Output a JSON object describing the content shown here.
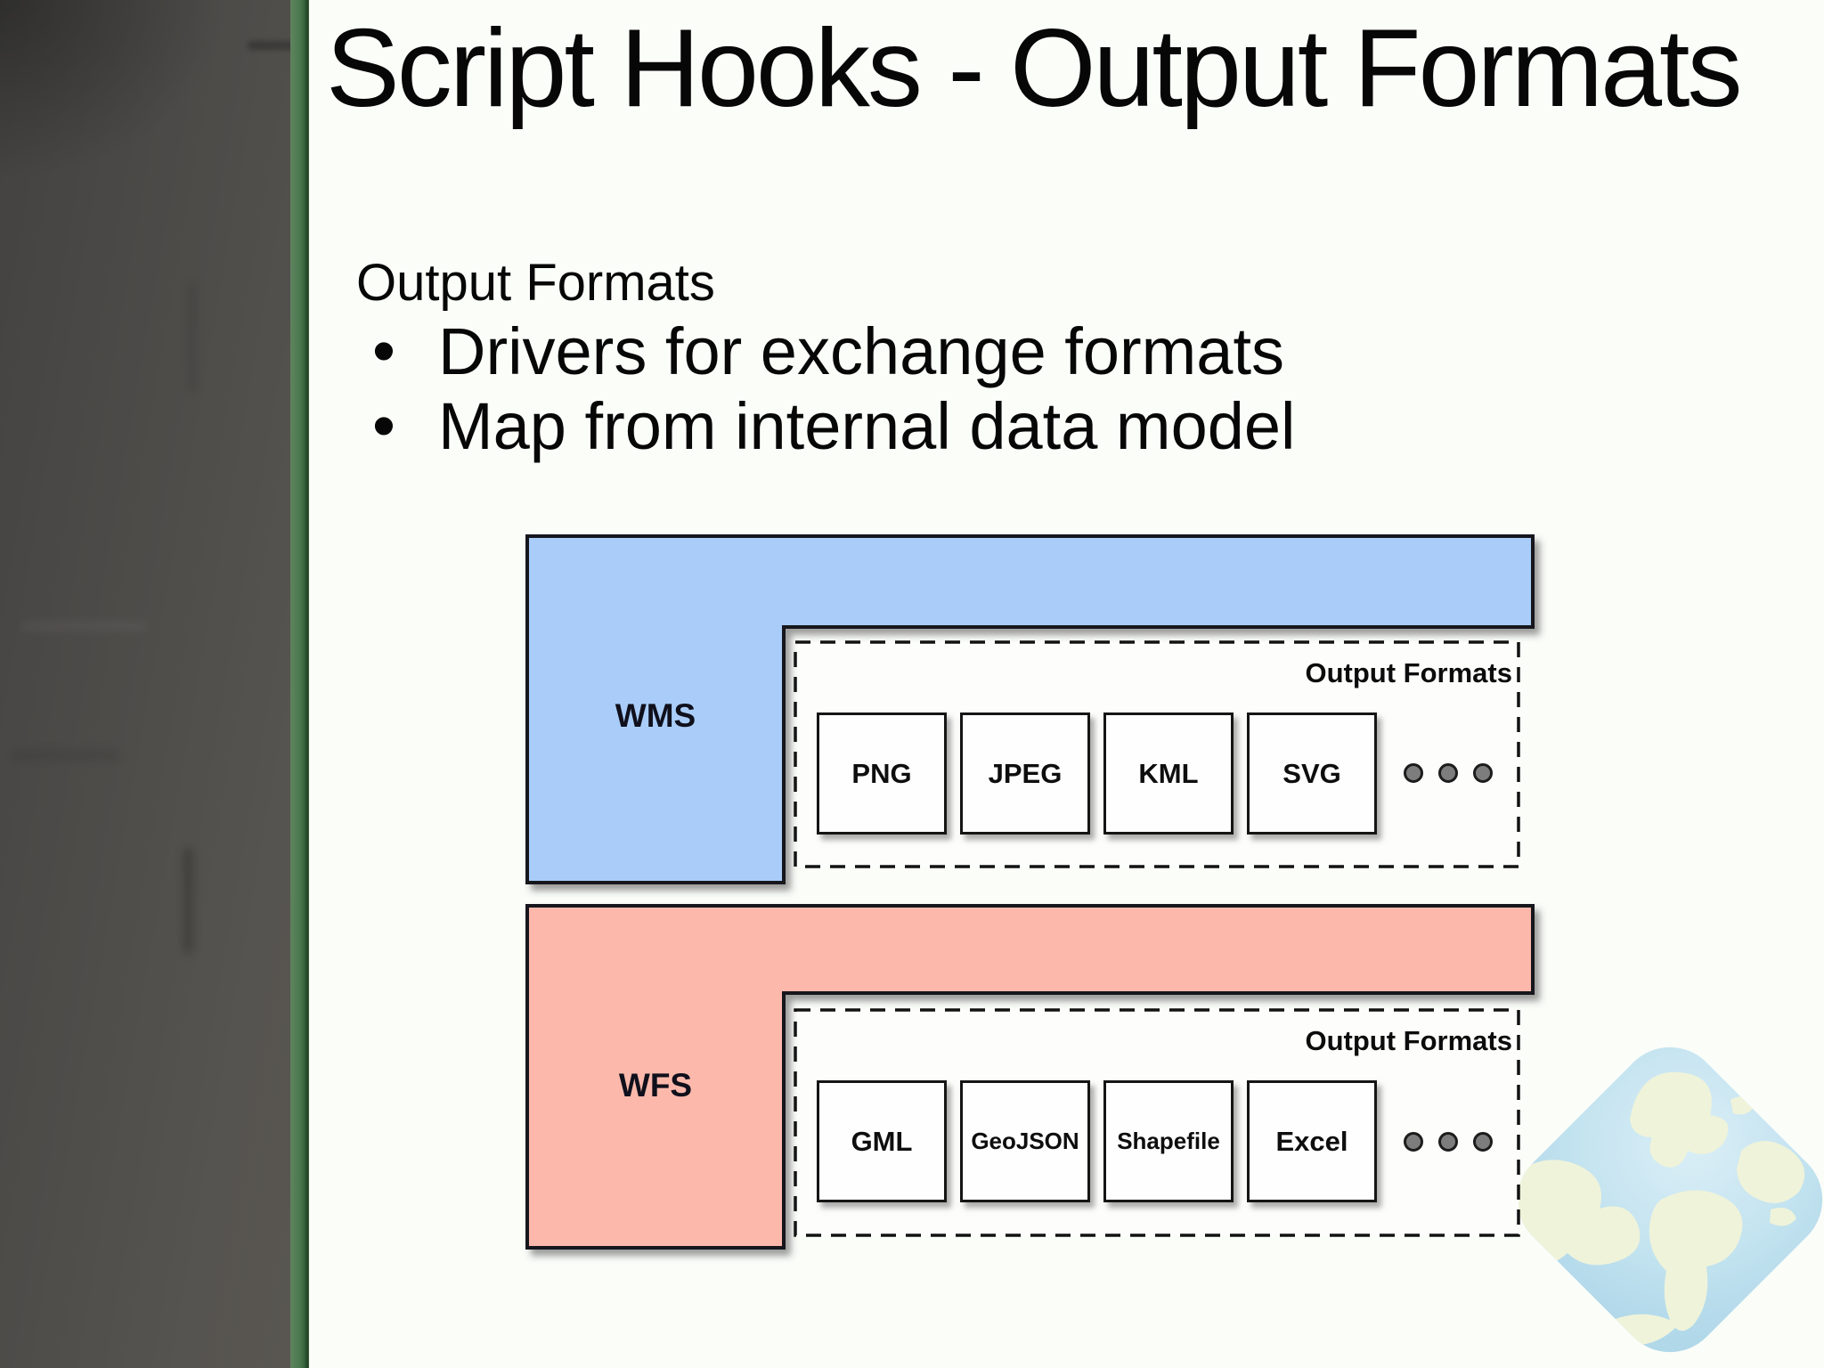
{
  "slide": {
    "title": "Script Hooks - Output Formats",
    "body": {
      "heading": "Output Formats",
      "bullet_glyph": "•",
      "bullets": [
        "Drivers for exchange formats",
        "Map from internal data model"
      ]
    }
  },
  "diagram": {
    "wms": {
      "label": "WMS",
      "panel_label": "Output Formats",
      "formats": [
        "PNG",
        "JPEG",
        "KML",
        "SVG"
      ],
      "color": "#a9cdf8"
    },
    "wfs": {
      "label": "WFS",
      "panel_label": "Output Formats",
      "formats": [
        "GML",
        "GeoJSON",
        "Shapefile",
        "Excel"
      ],
      "color": "#fcb9ab"
    },
    "more_icon": "ellipsis-dots"
  },
  "decor": {
    "logo_icon": "globe-diamond-watermark",
    "accent_green": "#4a7a4e",
    "film_strip_gray": "#514f4c"
  }
}
